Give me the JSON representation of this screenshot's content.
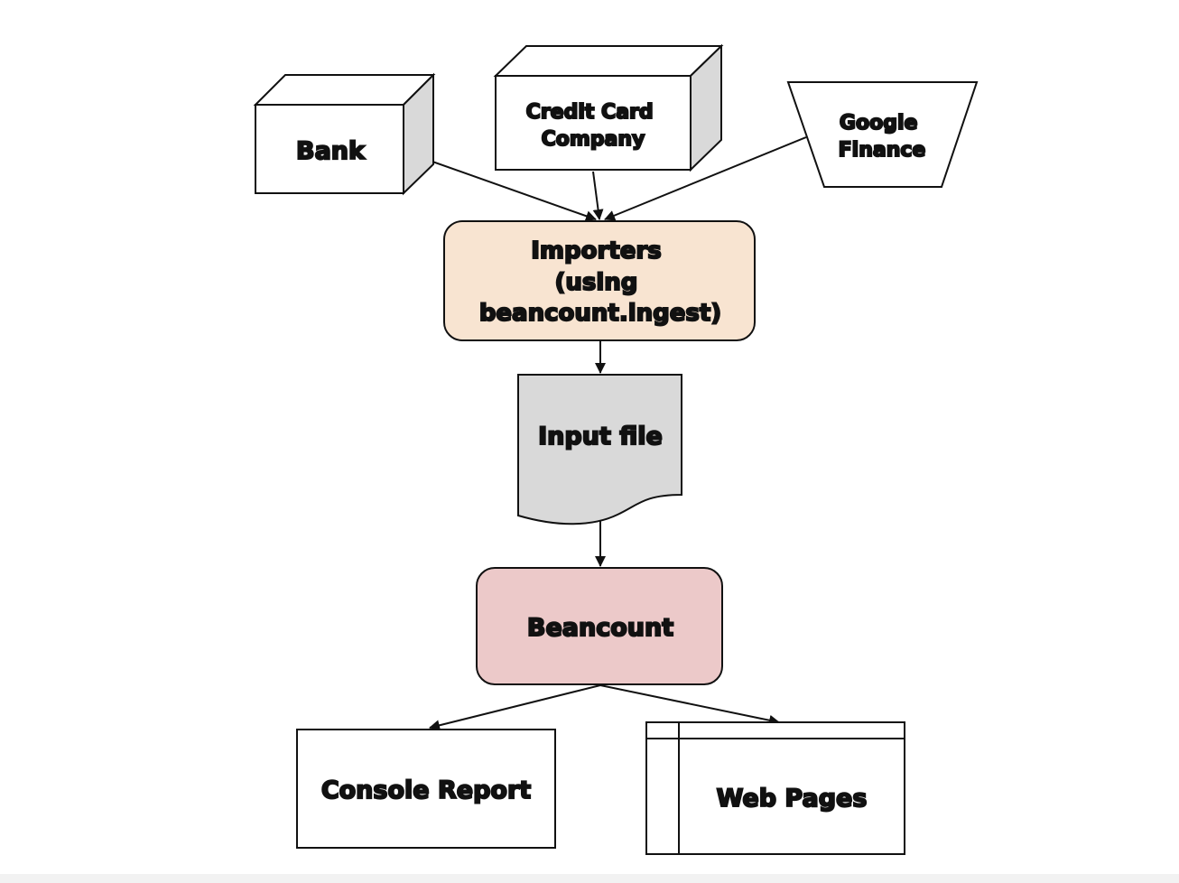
{
  "diagram": {
    "nodes": {
      "bank": {
        "label": [
          "Bank"
        ],
        "shape": "cube",
        "fill": "#ffffff",
        "side_fill": "#d9d9d9"
      },
      "credit_card": {
        "label": [
          "Credit Card",
          "Company"
        ],
        "shape": "cube",
        "fill": "#ffffff",
        "side_fill": "#d9d9d9"
      },
      "google_finance": {
        "label": [
          "Google",
          "Finance"
        ],
        "shape": "trapezoid",
        "fill": "#ffffff"
      },
      "importers": {
        "label": [
          "Importers",
          "(using",
          "beancount.ingest)"
        ],
        "shape": "rounded-rectangle",
        "fill": "#f8e4d1"
      },
      "input_file": {
        "label": [
          "Input file"
        ],
        "shape": "document",
        "fill": "#d9d9d9"
      },
      "beancount": {
        "label": [
          "Beancount"
        ],
        "shape": "rounded-rectangle",
        "fill": "#ecc9c9"
      },
      "console_report": {
        "label": [
          "Console Report"
        ],
        "shape": "rectangle",
        "fill": "#ffffff"
      },
      "web_pages": {
        "label": [
          "Web Pages"
        ],
        "shape": "internal-storage",
        "fill": "#ffffff"
      }
    },
    "edges": [
      {
        "from": "bank",
        "to": "importers"
      },
      {
        "from": "credit_card",
        "to": "importers"
      },
      {
        "from": "google_finance",
        "to": "importers"
      },
      {
        "from": "importers",
        "to": "input_file"
      },
      {
        "from": "input_file",
        "to": "beancount"
      },
      {
        "from": "beancount",
        "to": "console_report"
      },
      {
        "from": "beancount",
        "to": "web_pages"
      }
    ],
    "colors": {
      "stroke": "#111111",
      "importers_fill": "#f8e4d1",
      "beancount_fill": "#ecc9c9",
      "input_file_fill": "#d9d9d9"
    }
  }
}
